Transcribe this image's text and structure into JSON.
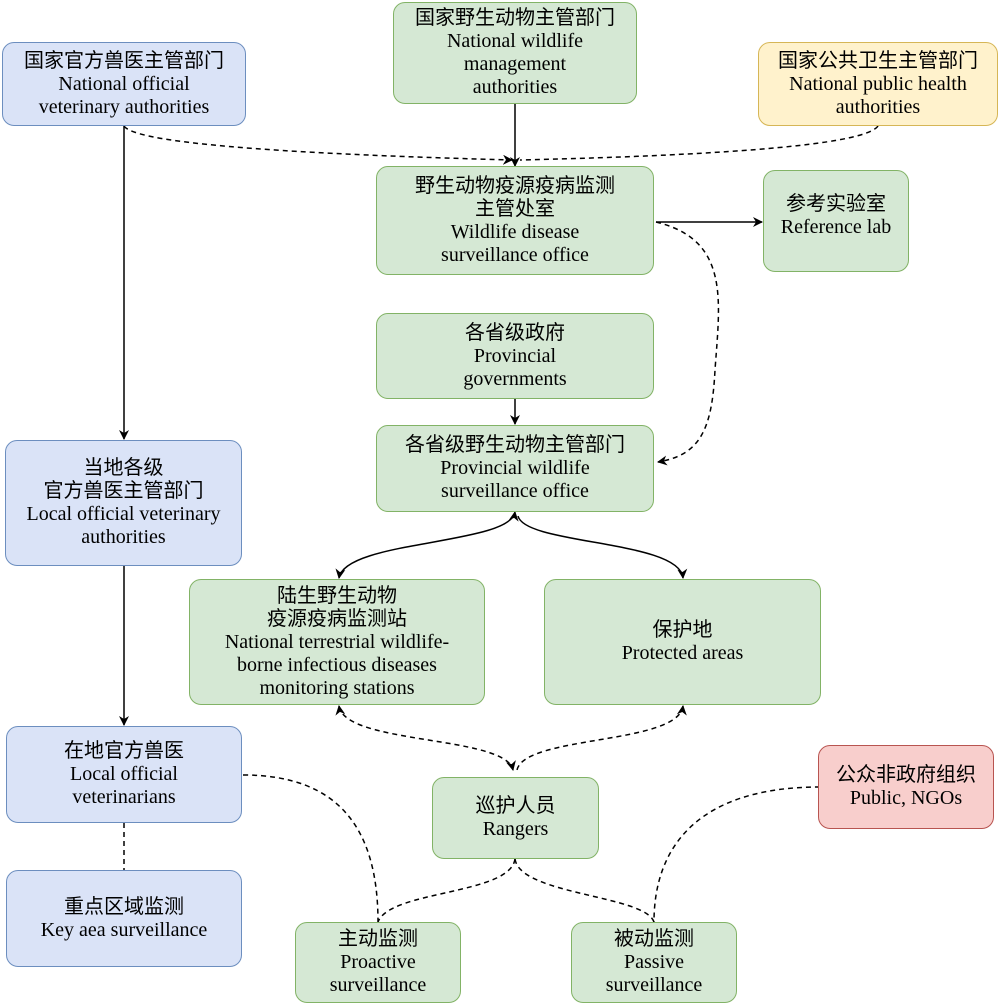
{
  "nodes": {
    "national_wildlife": {
      "zh": "国家野生动物主管部门",
      "en1": "National wildlife",
      "en2": "management",
      "en3": "authorities"
    },
    "national_vet": {
      "zh": "国家官方兽医主管部门",
      "en1": "National official",
      "en2": "veterinary authorities"
    },
    "national_health": {
      "zh": "国家公共卫生主管部门",
      "en1": "National public health",
      "en2": "authorities"
    },
    "surveillance_office": {
      "zh1": "野生动物疫源疫病监测",
      "zh2": "主管处室",
      "en1": "Wildlife disease",
      "en2": "surveillance office"
    },
    "reference_lab": {
      "zh": "参考实验室",
      "en": "Reference lab"
    },
    "provincial_gov": {
      "zh": "各省级政府",
      "en1": "Provincial",
      "en2": "governments"
    },
    "provincial_wildlife": {
      "zh": "各省级野生动物主管部门",
      "en1": "Provincial wildlife",
      "en2": "surveillance office"
    },
    "local_vet_auth": {
      "zh1": "当地各级",
      "zh2": "官方兽医主管部门",
      "en1": "Local official veterinary",
      "en2": "authorities"
    },
    "monitoring_stations": {
      "zh1": "陆生野生动物",
      "zh2": "疫源疫病监测站",
      "en1": "National terrestrial wildlife-",
      "en2": "borne infectious diseases",
      "en3": "monitoring stations"
    },
    "protected_areas": {
      "zh": "保护地",
      "en": "Protected areas"
    },
    "local_vets": {
      "zh": "在地官方兽医",
      "en1": "Local official",
      "en2": "veterinarians"
    },
    "public_ngos": {
      "zh": "公众非政府组织",
      "en": "Public, NGOs"
    },
    "rangers": {
      "zh": "巡护人员",
      "en": "Rangers"
    },
    "key_area": {
      "zh": "重点区域监测",
      "en": "Key aea surveillance"
    },
    "proactive": {
      "zh": "主动监测",
      "en1": "Proactive",
      "en2": "surveillance"
    },
    "passive": {
      "zh": "被动监测",
      "en1": "Passive",
      "en2": "surveillance"
    }
  },
  "colors": {
    "green_fill": "#d5e8d4",
    "green_border": "#82b366",
    "blue_fill": "#dae3f7",
    "blue_border": "#6c8ebf",
    "yellow_fill": "#fff2cc",
    "yellow_border": "#d6b656",
    "red_fill": "#f8cecc",
    "red_border": "#b85450"
  }
}
